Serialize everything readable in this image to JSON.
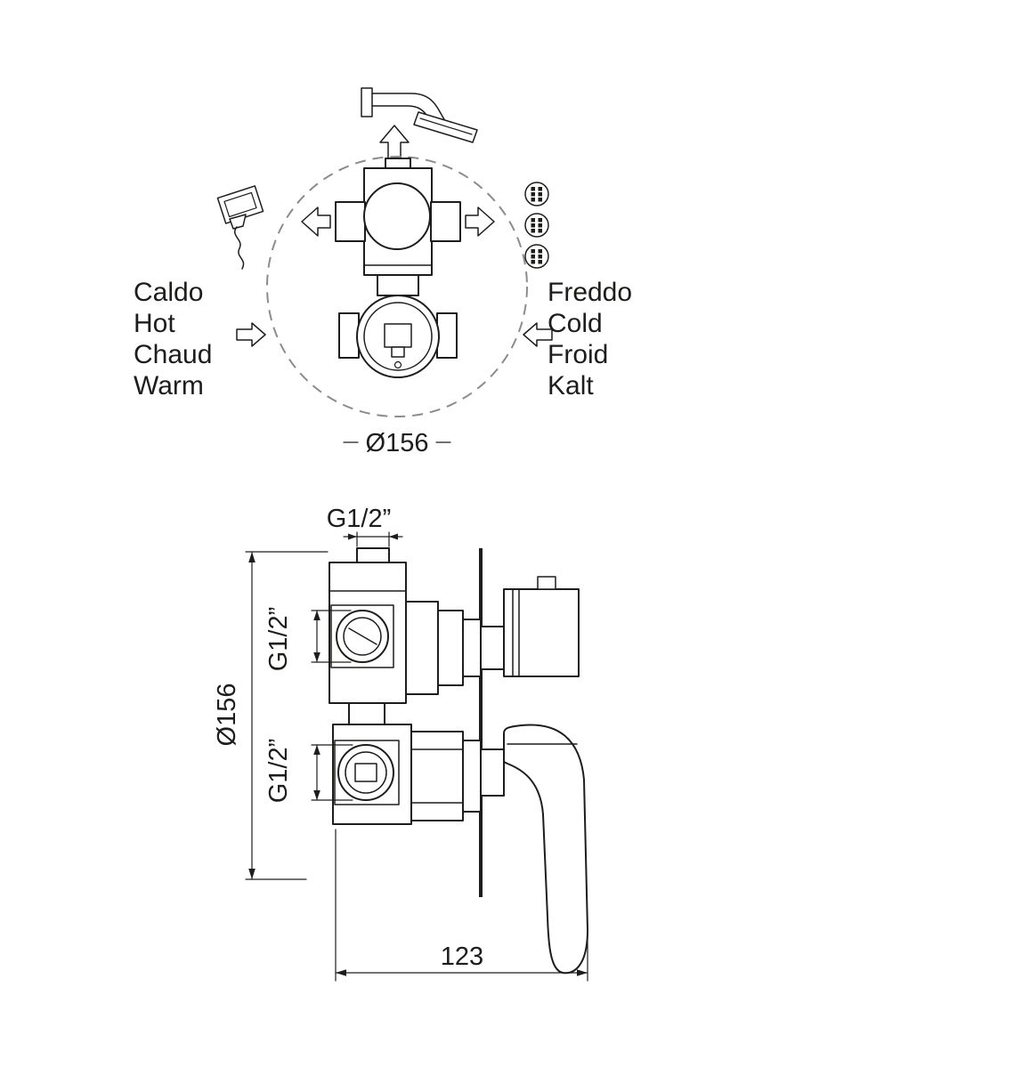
{
  "page": {
    "background": "#ffffff"
  },
  "colors": {
    "line": "#1d1d1b",
    "dashed_circle": "#8c8c8c"
  },
  "front_view": {
    "hot_labels": [
      "Caldo",
      "Hot",
      "Chaud",
      "Warm"
    ],
    "cold_labels": [
      "Freddo",
      "Cold",
      "Froid",
      "Kalt"
    ],
    "diameter_dim": "Ø156"
  },
  "side_view": {
    "top_port_dim": "G1/2”",
    "upper_port_dim": "G1/2”",
    "lower_port_dim": "G1/2”",
    "diameter_dim": "Ø156",
    "depth_dim": "123"
  },
  "icons": [
    "shower-arm-icon",
    "up-arrow-icon",
    "hand-shower-icon",
    "body-jet-icon",
    "flow-left-arrow-icon",
    "flow-right-arrow-icon",
    "hot-inlet-arrow-icon",
    "cold-inlet-arrow-icon"
  ]
}
